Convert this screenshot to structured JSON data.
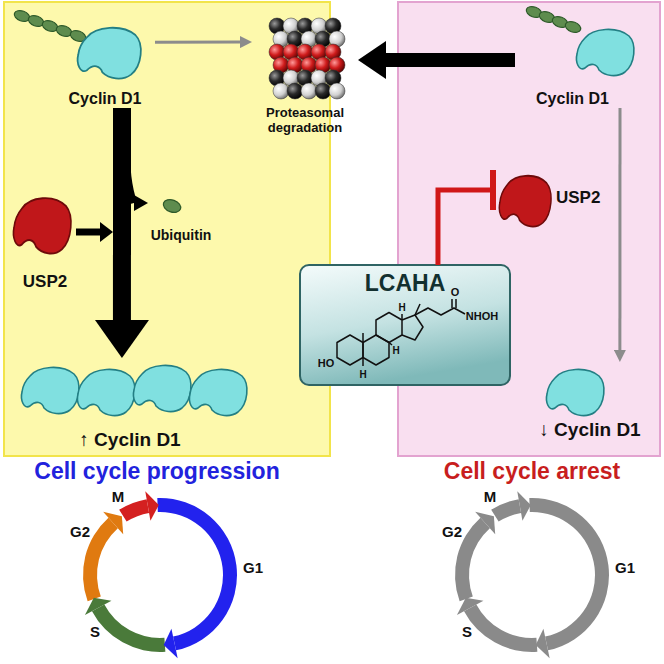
{
  "diagram": {
    "nodes": [
      {
        "text": [
          "Cyclin D1"
        ]
      },
      {
        "text": [
          "USP2"
        ]
      },
      {
        "text": [
          "Ubiquitin"
        ]
      },
      {
        "text": [
          "↑ Cyclin D1"
        ]
      },
      {
        "text": [
          "Proteasomal degradation"
        ]
      },
      {
        "text": [
          "Cyclin D1"
        ]
      },
      {
        "text": [
          "USP2"
        ]
      },
      {
        "text": [
          "LCAHA"
        ]
      },
      {
        "text": [
          "↓ Cyclin D1"
        ]
      }
    ],
    "edges": [
      {
        "from": 0,
        "to": 4,
        "arrow": "to"
      },
      {
        "from": 0,
        "to": 3,
        "arrow": "to"
      },
      {
        "from": 0,
        "to": 2,
        "arrow": "to"
      },
      {
        "from": 5,
        "to": 4,
        "arrow": "to"
      },
      {
        "from": 7,
        "to": 6,
        "arrow": "to"
      },
      {
        "from": 5,
        "to": 8,
        "arrow": "to"
      }
    ],
    "labels": [
      "HO",
      "H",
      "H",
      "H",
      "O",
      "NHOH",
      "Cell cycle progression",
      "M",
      "G2",
      "S",
      "G1",
      "Cell cycle arrest",
      "M",
      "G2",
      "S",
      "G1"
    ]
  }
}
